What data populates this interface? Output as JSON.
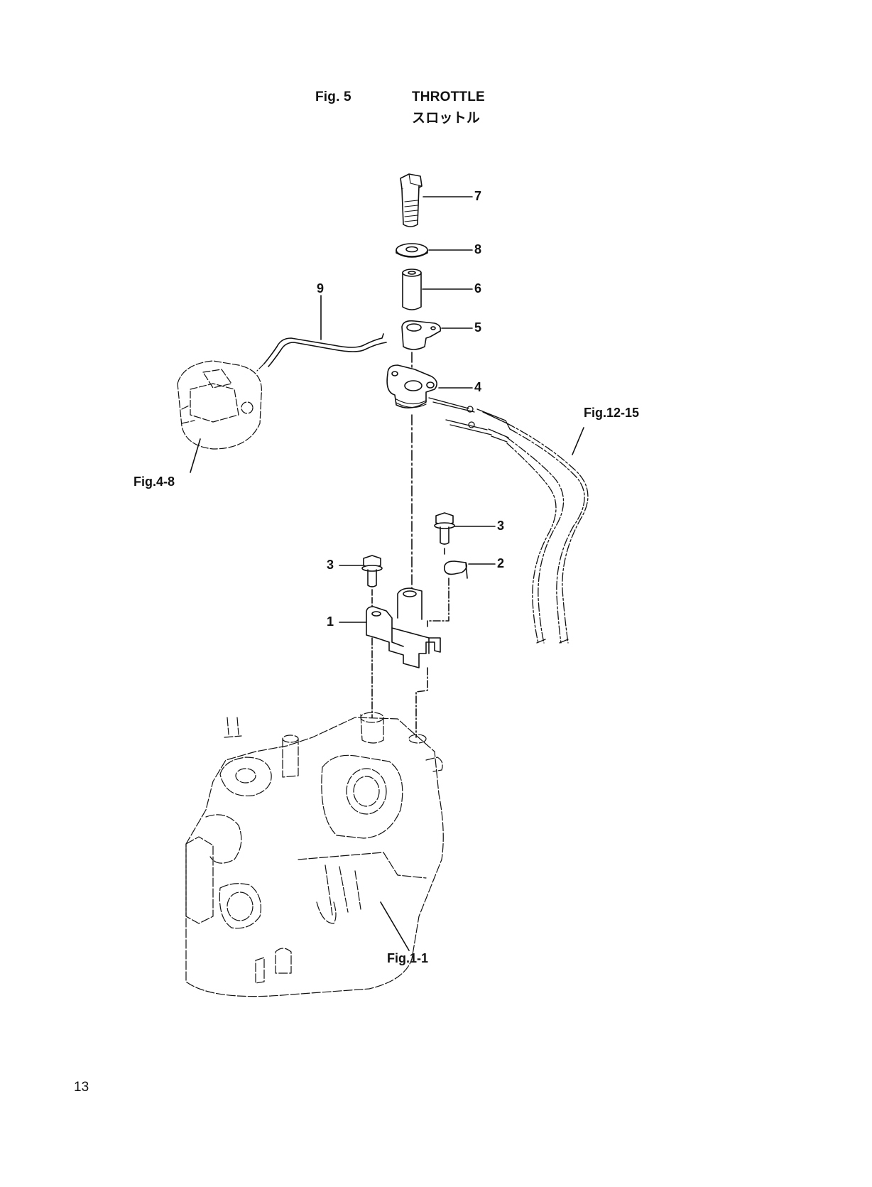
{
  "header": {
    "figure_number": "Fig. 5",
    "title_en": "THROTTLE",
    "title_jp": "スロットル"
  },
  "callouts": [
    "7",
    "8",
    "6",
    "9",
    "5",
    "4",
    "3",
    "2",
    "3",
    "1"
  ],
  "references": {
    "fig_12_15": "Fig.12-15",
    "fig_4_8": "Fig.4-8",
    "fig_1_1": "Fig.1-1"
  },
  "page_number": "13"
}
